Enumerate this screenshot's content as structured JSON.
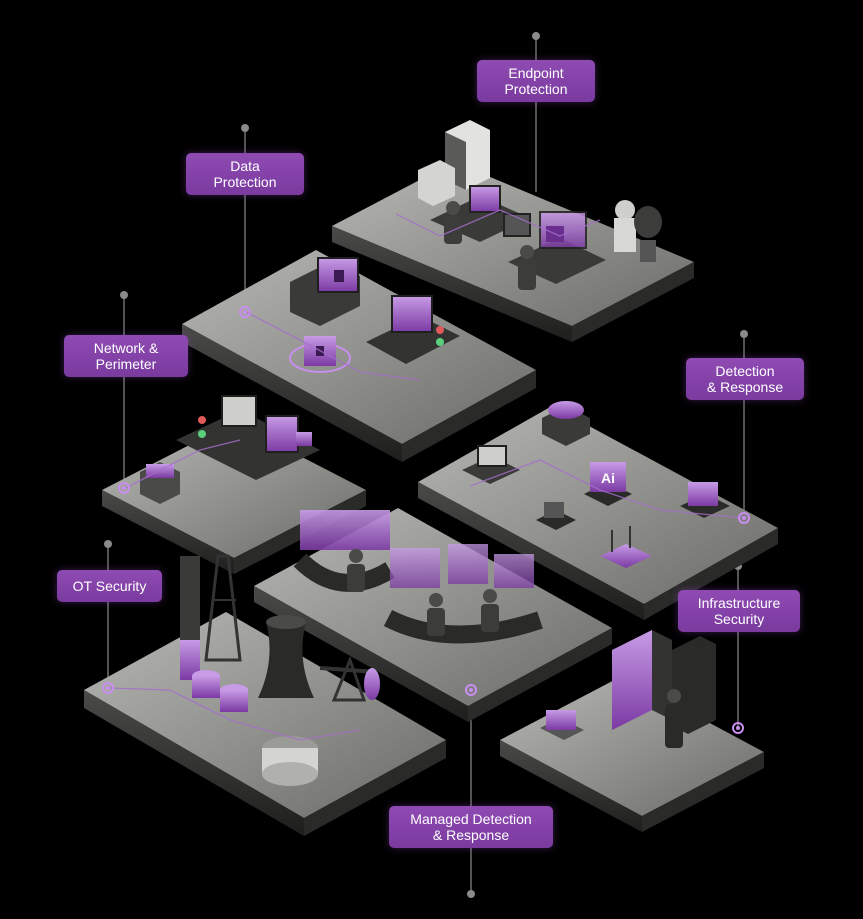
{
  "labels": {
    "endpoint": {
      "line1": "Endpoint",
      "line2": "Protection"
    },
    "data": {
      "line1": "Data",
      "line2": "Protection"
    },
    "network": {
      "line1": "Network &",
      "line2": "Perimeter"
    },
    "detection": {
      "line1": "Detection",
      "line2": "& Response"
    },
    "ot": {
      "line1": "OT Security"
    },
    "infrastructure": {
      "line1": "Infrastructure",
      "line2": "Security"
    },
    "mdr": {
      "line1": "Managed Detection",
      "line2": "& Response"
    }
  },
  "device_labels": {
    "ai_chip": "Ai"
  },
  "colors": {
    "background": "#000000",
    "accent": "#8a46b0",
    "platform_top": "#9a9a96",
    "platform_side": "#3c3c3a",
    "connector": "#8a8a8a"
  }
}
